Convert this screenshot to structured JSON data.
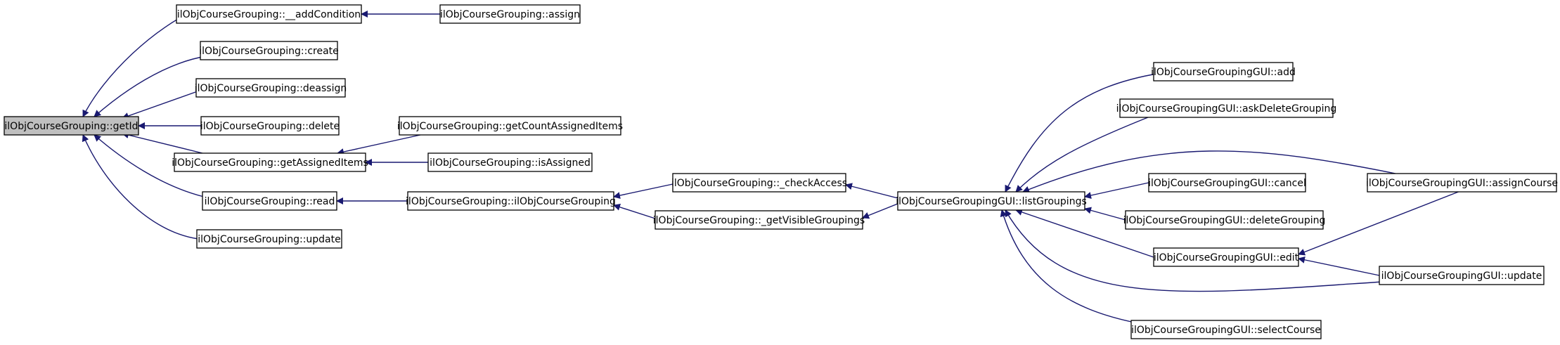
{
  "diagram": {
    "type": "call-graph",
    "colors": {
      "edge": "#191970",
      "node_fill": "#ffffff",
      "root_fill": "#bfbfbf",
      "node_border": "#000000"
    },
    "nodes": [
      {
        "id": "getId",
        "label": "ilObjCourseGrouping::getId",
        "root": true
      },
      {
        "id": "addCondition",
        "label": "ilObjCourseGrouping::__addCondition"
      },
      {
        "id": "assign",
        "label": "ilObjCourseGrouping::assign"
      },
      {
        "id": "create",
        "label": "ilObjCourseGrouping::create"
      },
      {
        "id": "deassign",
        "label": "ilObjCourseGrouping::deassign"
      },
      {
        "id": "delete",
        "label": "ilObjCourseGrouping::delete"
      },
      {
        "id": "getAssignedItems",
        "label": "ilObjCourseGrouping::getAssignedItems"
      },
      {
        "id": "getCountAssignedItems",
        "label": "ilObjCourseGrouping::getCountAssignedItems"
      },
      {
        "id": "isAssigned",
        "label": "ilObjCourseGrouping::isAssigned"
      },
      {
        "id": "read",
        "label": "ilObjCourseGrouping::read"
      },
      {
        "id": "ctor",
        "label": "ilObjCourseGrouping::ilObjCourseGrouping"
      },
      {
        "id": "checkAccess",
        "label": "ilObjCourseGrouping::_checkAccess"
      },
      {
        "id": "getVisibleGroupings",
        "label": "ilObjCourseGrouping::_getVisibleGroupings"
      },
      {
        "id": "update",
        "label": "ilObjCourseGrouping::update"
      },
      {
        "id": "listGroupings",
        "label": "ilObjCourseGroupingGUI::listGroupings"
      },
      {
        "id": "guiAdd",
        "label": "ilObjCourseGroupingGUI::add"
      },
      {
        "id": "askDeleteGrouping",
        "label": "ilObjCourseGroupingGUI::askDeleteGrouping"
      },
      {
        "id": "guiCancel",
        "label": "ilObjCourseGroupingGUI::cancel"
      },
      {
        "id": "deleteGrouping",
        "label": "ilObjCourseGroupingGUI::deleteGrouping"
      },
      {
        "id": "guiEdit",
        "label": "ilObjCourseGroupingGUI::edit"
      },
      {
        "id": "selectCourse",
        "label": "ilObjCourseGroupingGUI::selectCourse"
      },
      {
        "id": "assignCourse",
        "label": "ilObjCourseGroupingGUI::assignCourse"
      },
      {
        "id": "guiUpdate",
        "label": "ilObjCourseGroupingGUI::update"
      }
    ],
    "edges": [
      {
        "from": "getId",
        "to": "addCondition"
      },
      {
        "from": "getId",
        "to": "create"
      },
      {
        "from": "getId",
        "to": "deassign"
      },
      {
        "from": "getId",
        "to": "delete"
      },
      {
        "from": "getId",
        "to": "getAssignedItems"
      },
      {
        "from": "getId",
        "to": "read"
      },
      {
        "from": "getId",
        "to": "update"
      },
      {
        "from": "addCondition",
        "to": "assign"
      },
      {
        "from": "getAssignedItems",
        "to": "getCountAssignedItems"
      },
      {
        "from": "getAssignedItems",
        "to": "isAssigned"
      },
      {
        "from": "read",
        "to": "ctor"
      },
      {
        "from": "ctor",
        "to": "checkAccess"
      },
      {
        "from": "ctor",
        "to": "getVisibleGroupings"
      },
      {
        "from": "checkAccess",
        "to": "listGroupings"
      },
      {
        "from": "getVisibleGroupings",
        "to": "listGroupings"
      },
      {
        "from": "listGroupings",
        "to": "guiAdd"
      },
      {
        "from": "listGroupings",
        "to": "askDeleteGrouping"
      },
      {
        "from": "listGroupings",
        "to": "assignCourse"
      },
      {
        "from": "listGroupings",
        "to": "guiCancel"
      },
      {
        "from": "listGroupings",
        "to": "deleteGrouping"
      },
      {
        "from": "listGroupings",
        "to": "guiEdit"
      },
      {
        "from": "listGroupings",
        "to": "guiUpdate"
      },
      {
        "from": "listGroupings",
        "to": "selectCourse"
      },
      {
        "from": "guiEdit",
        "to": "assignCourse"
      },
      {
        "from": "guiEdit",
        "to": "guiUpdate"
      }
    ]
  }
}
